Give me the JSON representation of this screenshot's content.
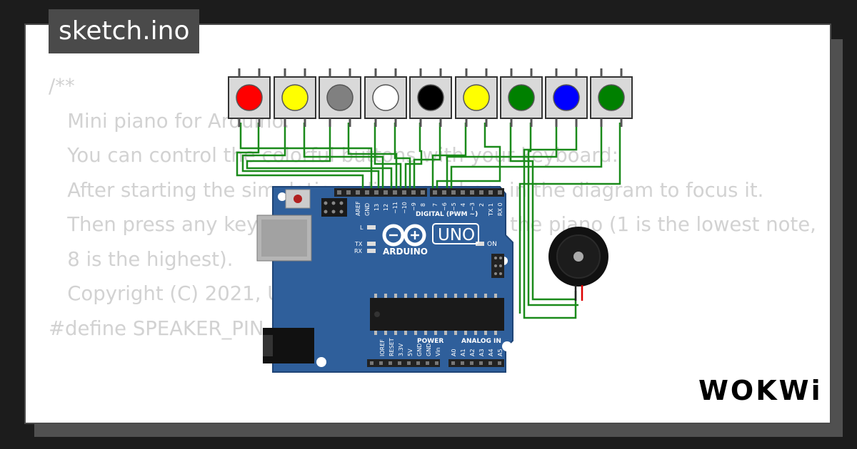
{
  "title": "sketch.ino",
  "code_lines": [
    "/**",
    "   Mini piano for Arduino.",
    "",
    "   You can control the colorful buttons with your keyboard:",
    "   After starting the simulation, click anywhere in the diagram to focus it.",
    "   Then press any key between 1 and 8 to play the piano (1 is the lowest note,",
    "   8 is the highest).",
    "",
    "   Copyright (C) 2021, Uri Shaked",
    "#define SPEAKER_PIN 8"
  ],
  "logo": "WOKWi",
  "board": {
    "model": "UNO",
    "brand": "ARDUINO",
    "digital_label": "DIGITAL (PWM ~)",
    "power_label": "POWER",
    "analog_label": "ANALOG IN",
    "on_label": "ON",
    "l_label": "L",
    "tx_label": "TX",
    "rx_label": "RX",
    "top_pin_labels": [
      "AREF",
      "GND",
      "13",
      "12",
      "~11",
      "~10",
      "~9",
      "8",
      "7",
      "~6",
      "~5",
      "4",
      "~3",
      "2",
      "TX 1",
      "RX 0"
    ],
    "power_pin_labels": [
      "IOREF",
      "RESET",
      "3.3V",
      "5V",
      "GND",
      "GND",
      "Vin"
    ],
    "analog_pin_labels": [
      "A0",
      "A1",
      "A2",
      "A3",
      "A4",
      "A5"
    ]
  },
  "buttons": [
    {
      "color": "#ff0000"
    },
    {
      "color": "#ffff00"
    },
    {
      "color": "#808080"
    },
    {
      "color": "#ffffff"
    },
    {
      "color": "#000000"
    },
    {
      "color": "#ffff00"
    },
    {
      "color": "#008000"
    },
    {
      "color": "#0000ff"
    },
    {
      "color": "#008000"
    }
  ],
  "colors": {
    "board": "#2f5f9b",
    "wire": "#1a8a1a",
    "code_text": "#d2d2d2",
    "title_bg": "#4a4a4a"
  }
}
